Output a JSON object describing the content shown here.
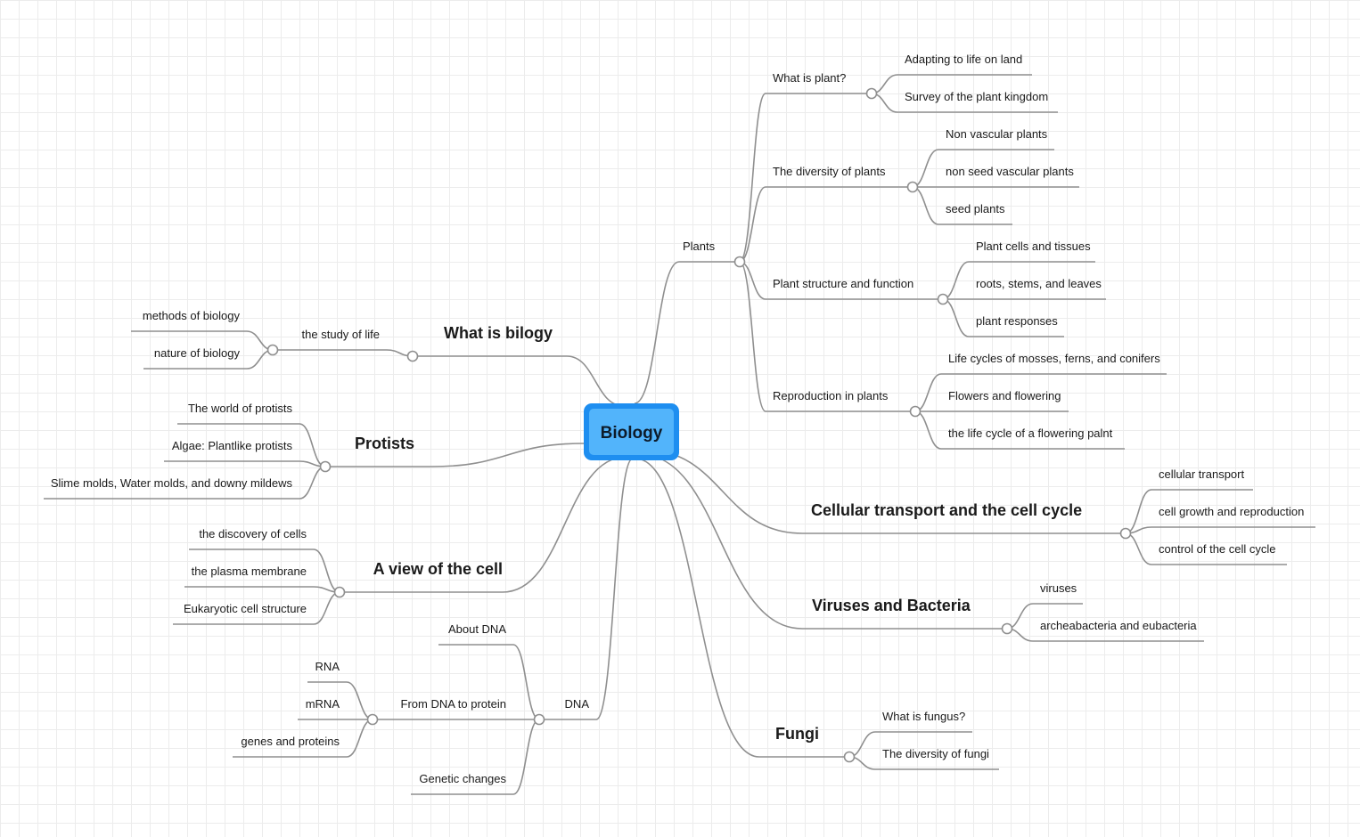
{
  "root": {
    "label": "Biology",
    "fill_outer": "#1e8ef0",
    "fill_inner": "#52b4fb"
  },
  "topics": [
    {
      "label": "Plants",
      "children": [
        {
          "label": "What is plant?",
          "children": [
            {
              "label": "Adapting to life on land"
            },
            {
              "label": "Survey of the plant kingdom"
            }
          ]
        },
        {
          "label": "The diversity of plants",
          "children": [
            {
              "label": "Non vascular plants"
            },
            {
              "label": "non seed vascular plants"
            },
            {
              "label": "seed plants"
            }
          ]
        },
        {
          "label": "Plant structure and function",
          "children": [
            {
              "label": "Plant cells and tissues"
            },
            {
              "label": "roots, stems, and leaves"
            },
            {
              "label": "plant responses"
            }
          ]
        },
        {
          "label": "Reproduction in plants",
          "children": [
            {
              "label": "Life cycles of mosses, ferns, and conifers"
            },
            {
              "label": "Flowers and flowering"
            },
            {
              "label": "the life cycle of a flowering palnt"
            }
          ]
        }
      ]
    },
    {
      "label": "Cellular transport and the cell cycle",
      "children": [
        {
          "label": "cellular transport"
        },
        {
          "label": "cell growth and reproduction"
        },
        {
          "label": "control of the cell cycle"
        }
      ]
    },
    {
      "label": "Viruses and Bacteria",
      "children": [
        {
          "label": "viruses"
        },
        {
          "label": "archeabacteria and eubacteria"
        }
      ]
    },
    {
      "label": "Fungi",
      "children": [
        {
          "label": "What is fungus?"
        },
        {
          "label": "The diversity of fungi"
        }
      ]
    },
    {
      "label": "What is bilogy",
      "children": [
        {
          "label": "the study of life",
          "children": [
            {
              "label": "methods of biology"
            },
            {
              "label": "nature of biology"
            }
          ]
        }
      ]
    },
    {
      "label": "Protists",
      "children": [
        {
          "label": "The world of protists"
        },
        {
          "label": "Algae: Plantlike protists"
        },
        {
          "label": "Slime molds, Water molds, and downy mildews"
        }
      ]
    },
    {
      "label": "A view of the cell",
      "children": [
        {
          "label": "the discovery of cells"
        },
        {
          "label": "the plasma membrane"
        },
        {
          "label": "Eukaryotic cell structure"
        }
      ]
    },
    {
      "label": "DNA",
      "children": [
        {
          "label": "About DNA"
        },
        {
          "label": "From DNA to protein",
          "children": [
            {
              "label": "RNA"
            },
            {
              "label": "mRNA"
            },
            {
              "label": "genes and proteins"
            }
          ]
        },
        {
          "label": "Genetic changes"
        }
      ]
    }
  ]
}
